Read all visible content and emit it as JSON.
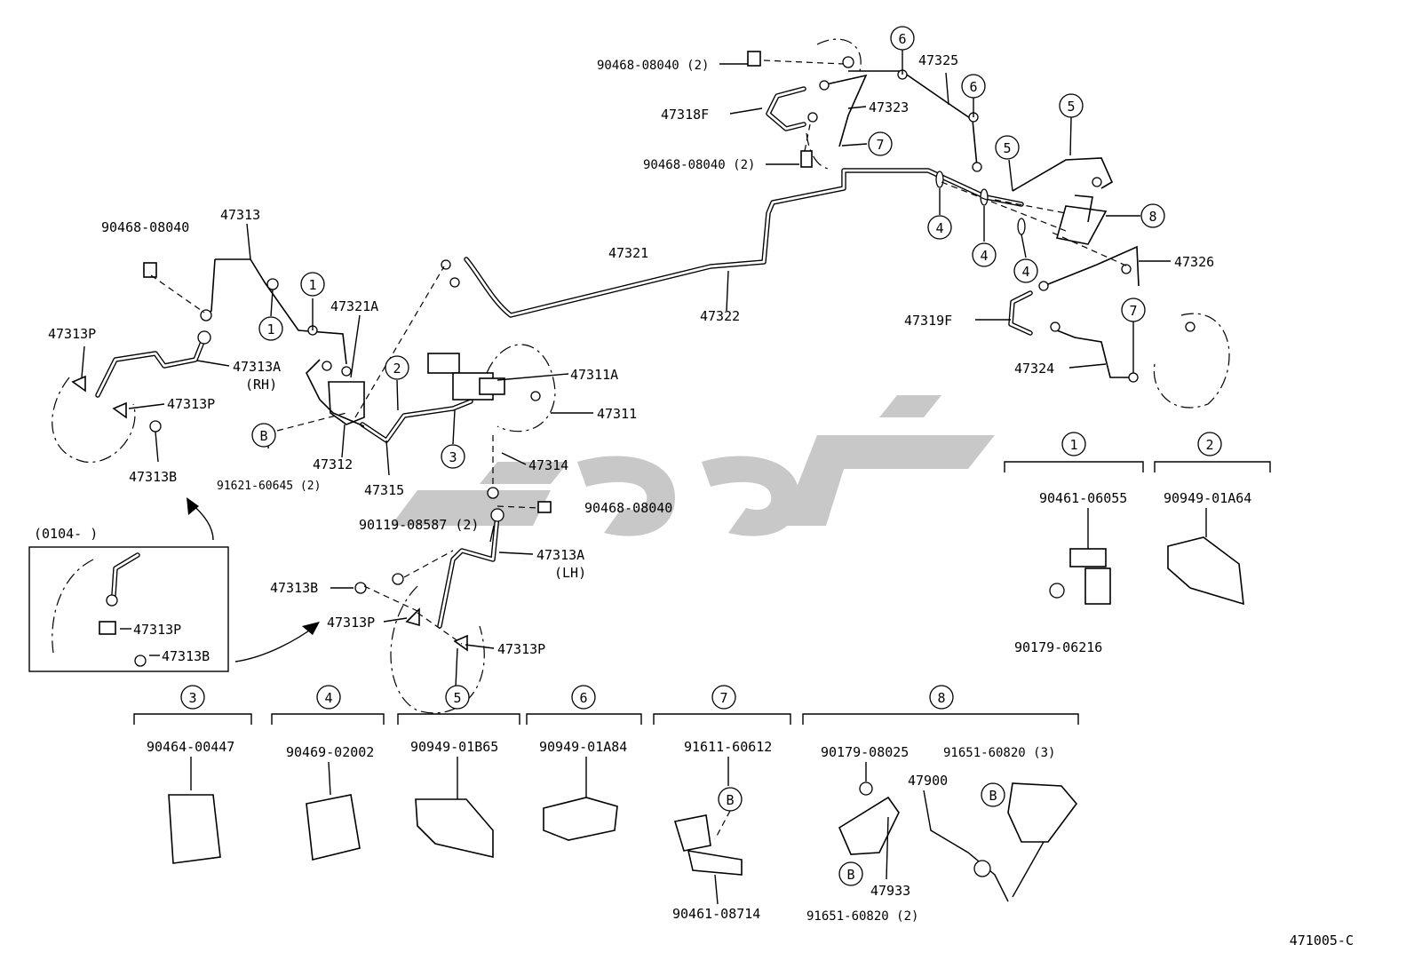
{
  "drawing_id": "471005-C",
  "callout_numbers": [
    "1",
    "2",
    "3",
    "4",
    "5",
    "6",
    "7",
    "8",
    "B"
  ],
  "labels": {
    "p47313": "47313",
    "p90468_a": "90468-08040",
    "p47313P_a": "47313P",
    "p47313A_rh": "47313A",
    "rh": "(RH)",
    "p47313P_b": "47313P",
    "p47313B_a": "47313B",
    "p47321A": "47321A",
    "p47321": "47321",
    "p47322": "47322",
    "p47311A": "47311A",
    "p47311": "47311",
    "p47312": "47312",
    "p91621": "91621-60645 (2)",
    "p47315": "47315",
    "p47314": "47314",
    "p90468_b": "90468-08040",
    "p90119": "90119-08587 (2)",
    "p47313A_lh": "47313A",
    "lh": "(LH)",
    "p47313B_b": "47313B",
    "p47313P_c": "47313P",
    "p47313P_d": "47313P",
    "p90468_top": "90468-08040 (2)",
    "p47318F": "47318F",
    "p90468_mid": "90468-08040 (2)",
    "p47325": "47325",
    "p47323": "47323",
    "p47326": "47326",
    "p47319F": "47319F",
    "p47324": "47324",
    "inset_date": "(0104-       )",
    "inset_47313P": "47313P",
    "inset_47313B": "47313B"
  },
  "legend": {
    "g1_part": "90461-06055",
    "g1_sub": "90179-06216",
    "g2_part": "90949-01A64",
    "g3_part": "90464-00447",
    "g4_part": "90469-02002",
    "g5_part": "90949-01B65",
    "g6_part": "90949-01A84",
    "g7_part": "91611-60612",
    "g7_sub": "90461-08714",
    "g8_part_a": "90179-08025",
    "g8_part_b": "91651-60820 (3)",
    "g8_part_c": "47900",
    "g8_part_d": "47933",
    "g8_part_e": "91651-60820 (2)"
  }
}
